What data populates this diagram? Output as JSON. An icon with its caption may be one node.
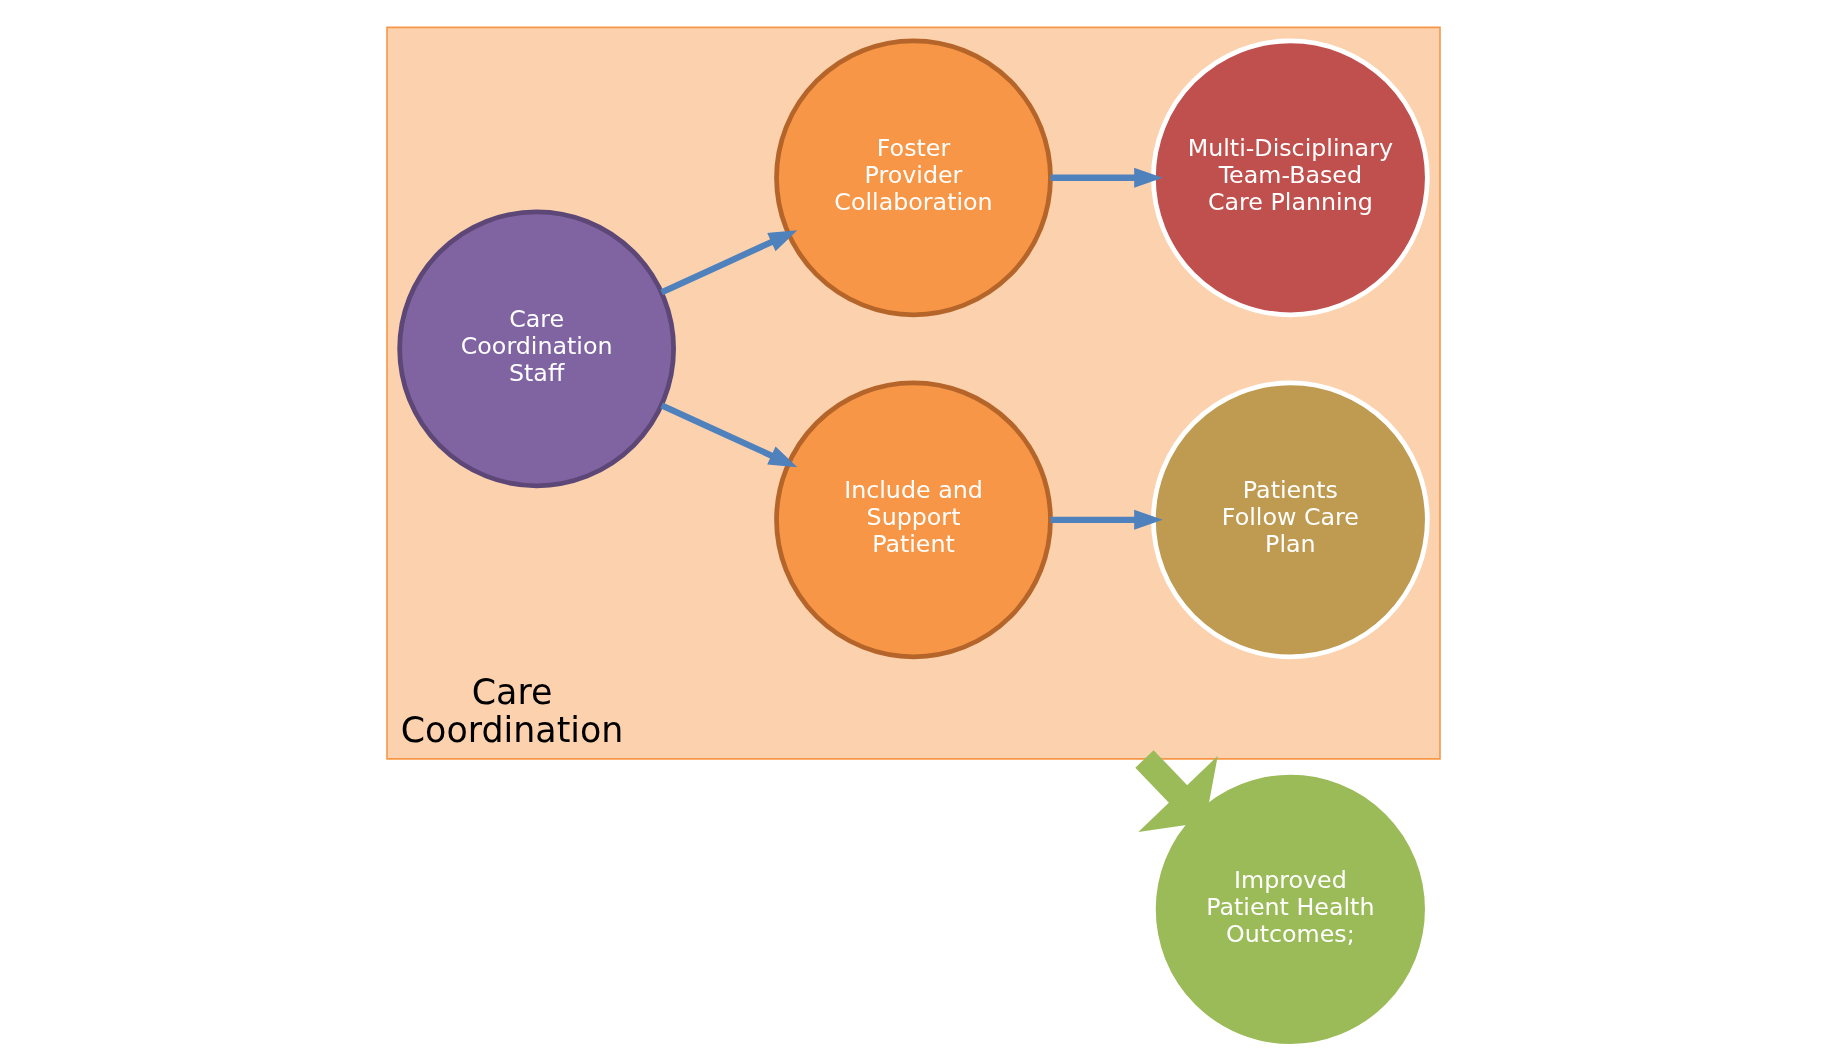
{
  "diagram": {
    "nodes": [
      {
        "text": [
          "Care Coordination"
        ]
      },
      {
        "text": [
          "Care Coordination Staff"
        ],
        "in": 0
      },
      {
        "text": [
          "Foster Provider Collaboration"
        ],
        "in": 0
      },
      {
        "text": [
          "Include and Support Patient"
        ],
        "in": 0
      },
      {
        "text": [
          "Multi-Disciplinary Team-Based Care Planning"
        ],
        "in": 0
      },
      {
        "text": [
          "Patients Follow Care Plan"
        ],
        "in": 0
      },
      {
        "text": [
          "Improved Patient Health Outcomes;"
        ]
      }
    ],
    "edges": [
      {
        "from": 1,
        "to": 2,
        "arrow": "to"
      },
      {
        "from": 1,
        "to": 3,
        "arrow": "to"
      },
      {
        "from": 2,
        "to": 4,
        "arrow": "to"
      },
      {
        "from": 3,
        "to": 5,
        "arrow": "to"
      },
      {
        "from": 0,
        "to": 6,
        "arrow": "to",
        "style": "thick",
        "color": "#9bbb59"
      }
    ]
  }
}
